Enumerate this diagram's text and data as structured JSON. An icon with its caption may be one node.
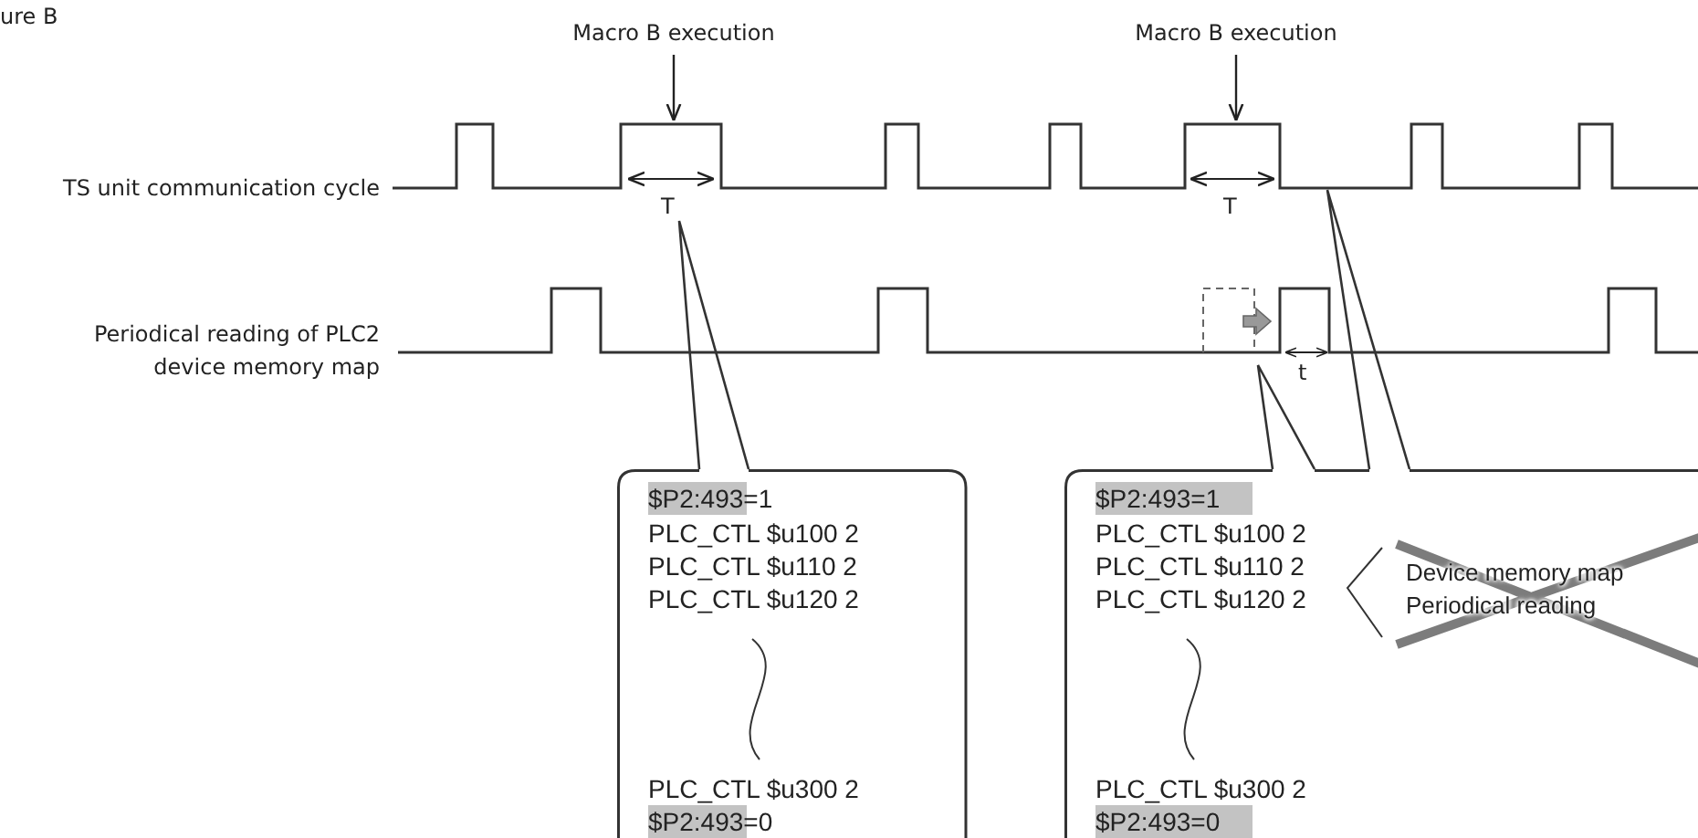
{
  "diagram": {
    "nodes": [
      {
        "text": [
          "Macro B execution"
        ]
      },
      {
        "text": [
          "Macro B execution"
        ]
      },
      {
        "text": [
          "$P2:493=1",
          "PLC_CTL $u100 2",
          "PLC_CTL $u110 2",
          "PLC_CTL $u120 2",
          "PLC_CTL $u300 2",
          "$P2:493=0"
        ]
      },
      {
        "text": [
          "$P2:493=1",
          "PLC_CTL $u100 2",
          "PLC_CTL $u110 2",
          "PLC_CTL $u120 2",
          "PLC_CTL $u300 2",
          "$P2:493=0"
        ]
      },
      {
        "text": [
          "Device memory map Periodical reading"
        ],
        "in": 3
      }
    ],
    "edges": [
      {
        "from": 0,
        "to": null,
        "arrow": "to"
      },
      {
        "from": 1,
        "to": null,
        "arrow": "to"
      }
    ],
    "labels": [
      "ure B",
      "TS unit communication cycle",
      "Periodical reading of PLC2 device memory map",
      "T",
      "T",
      "t"
    ]
  }
}
